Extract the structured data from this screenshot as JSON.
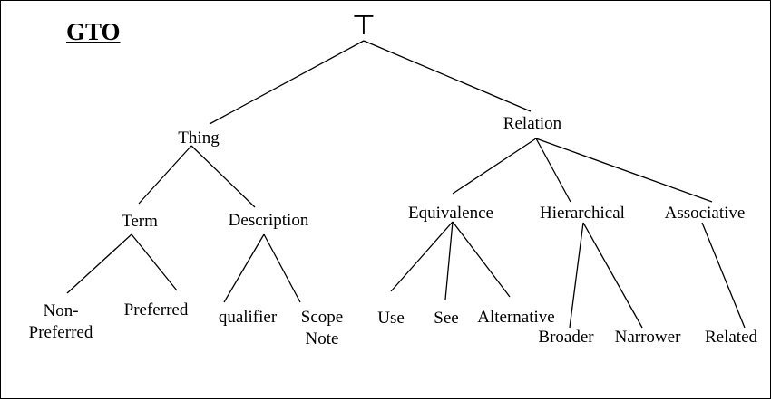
{
  "title": "GTO",
  "root_symbol": "⊤",
  "nodes": {
    "thing": "Thing",
    "relation": "Relation",
    "term": "Term",
    "description": "Description",
    "non_preferred_line1": "Non-",
    "non_preferred_line2": "Preferred",
    "preferred": "Preferred",
    "qualifier": "qualifier",
    "scope_note_line1": "Scope",
    "scope_note_line2": "Note",
    "equivalence": "Equivalence",
    "hierarchical": "Hierarchical",
    "associative": "Associative",
    "use": "Use",
    "see": "See",
    "alternative": "Alternative",
    "broader": "Broader",
    "narrower": "Narrower",
    "related": "Related"
  },
  "colors": {
    "line": "#000000",
    "text": "#000000",
    "background": "#ffffff"
  }
}
